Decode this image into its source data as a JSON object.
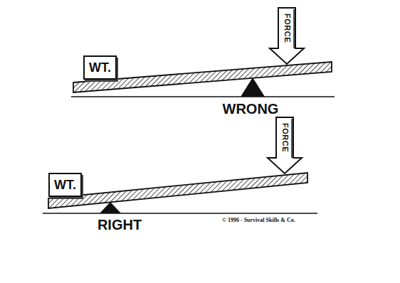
{
  "diagram": {
    "nodes": [
      {
        "text": [
          "WT."
        ]
      },
      {
        "text": [
          "FORCE"
        ]
      },
      {
        "text": [
          "WT."
        ]
      },
      {
        "text": [
          "FORCE"
        ]
      }
    ],
    "labels": [
      "WRONG",
      "RIGHT",
      "© 1996 - Survival Skills & Co."
    ]
  }
}
